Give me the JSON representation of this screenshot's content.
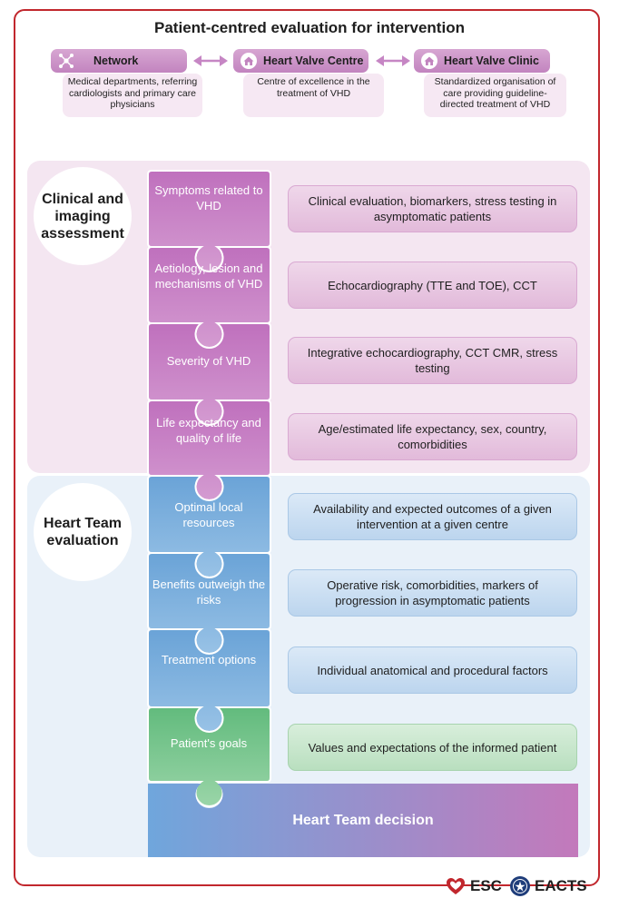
{
  "title": "Patient-centred evaluation for intervention",
  "entities": [
    {
      "label": "Network",
      "icon": "network-icon",
      "description": "Medical departments, referring cardiologists and primary care physicians"
    },
    {
      "label": "Heart Valve Centre",
      "icon": "house-icon",
      "description": "Centre of excellence in the treatment of VHD"
    },
    {
      "label": "Heart Valve Clinic",
      "icon": "house-icon",
      "description": "Standardized organisation of care providing guideline-directed treatment of VHD"
    }
  ],
  "sections": {
    "clinical": {
      "label": "Clinical and imaging assessment"
    },
    "team": {
      "label": "Heart Team evaluation"
    }
  },
  "steps": [
    {
      "label": "Symptoms related to VHD",
      "detail": "Clinical evaluation, biomarkers, stress testing in asymptomatic patients",
      "color": "purple"
    },
    {
      "label": "Aetiology, lesion and mechanisms of VHD",
      "detail": "Echocardiography (TTE and TOE), CCT",
      "color": "purple"
    },
    {
      "label": "Severity of VHD",
      "detail": "Integrative echocardiography, CCT CMR, stress testing",
      "color": "purple"
    },
    {
      "label": "Life expectancy and quality of life",
      "detail": "Age/estimated life expectancy, sex, country, comorbidities",
      "color": "purple"
    },
    {
      "label": "Optimal local resources",
      "detail": "Availability and expected outcomes of a given intervention at a given centre",
      "color": "blue"
    },
    {
      "label": "Benefits outweigh the risks",
      "detail": "Operative risk, comorbidities, markers of progression in asymptomatic patients",
      "color": "blue"
    },
    {
      "label": "Treatment options",
      "detail": "Individual anatomical and procedural factors",
      "color": "blue"
    },
    {
      "label": "Patient's goals",
      "detail": "Values and expectations of the informed patient",
      "color": "green"
    }
  ],
  "decision": "Heart Team decision",
  "logos": {
    "esc": "ESC",
    "eacts": "EACTS"
  },
  "colors": {
    "frame": "#c1272d",
    "purple": "#c686c4",
    "blue": "#7fb0dd",
    "green": "#7ec893"
  }
}
